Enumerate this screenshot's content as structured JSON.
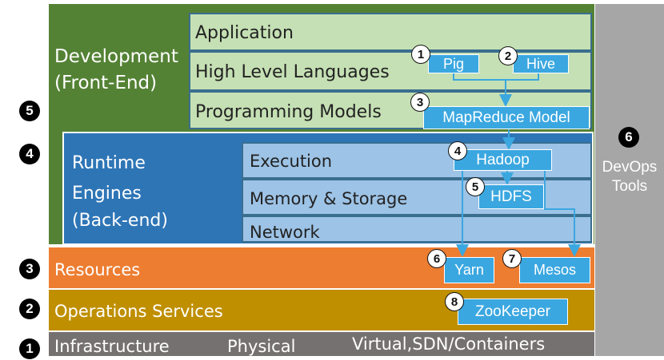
{
  "layers": {
    "development": {
      "label_line1": "Development",
      "label_line2": "(Front-End)"
    },
    "application": {
      "label": "Application"
    },
    "high_level_languages": {
      "label": "High Level Languages"
    },
    "programming_models": {
      "label": "Programming Models"
    },
    "runtime": {
      "label_line1": "Runtime",
      "label_line2": "Engines",
      "label_line3": "(Back-end)"
    },
    "execution": {
      "label": "Execution"
    },
    "memory_storage": {
      "label": "Memory & Storage"
    },
    "network": {
      "label": "Network"
    },
    "resources": {
      "label": "Resources"
    },
    "operations": {
      "label": "Operations Services"
    },
    "infrastructure": {
      "label": "Infrastructure",
      "physical": "Physical",
      "virtual": "Virtual,SDN/Containers"
    },
    "devops": {
      "label_line1": "DevOps",
      "label_line2": "Tools"
    }
  },
  "components": {
    "pig": "Pig",
    "hive": "Hive",
    "mapreduce": "MapReduce Model",
    "hadoop": "Hadoop",
    "hdfs": "HDFS",
    "yarn": "Yarn",
    "mesos": "Mesos",
    "zookeeper": "ZooKeeper"
  },
  "component_markers": {
    "pig": "1",
    "hive": "2",
    "mapreduce": "3",
    "hadoop": "4",
    "hdfs": "5",
    "yarn": "6",
    "mesos": "7",
    "zookeeper": "8"
  },
  "layer_markers": {
    "infrastructure": "1",
    "operations": "2",
    "resources": "3",
    "runtime": "4",
    "development": "5",
    "devops": "6"
  },
  "colors": {
    "development_green": "#548235",
    "light_green": "#c5e0b4",
    "runtime_blue": "#2e75b6",
    "light_blue": "#9dc3e6",
    "resources_orange": "#ed7d31",
    "operations_gold": "#bf8f00",
    "infrastructure_gray": "#767171",
    "devops_gray": "#a6a6a6",
    "component_blue": "#3ba7e0"
  }
}
